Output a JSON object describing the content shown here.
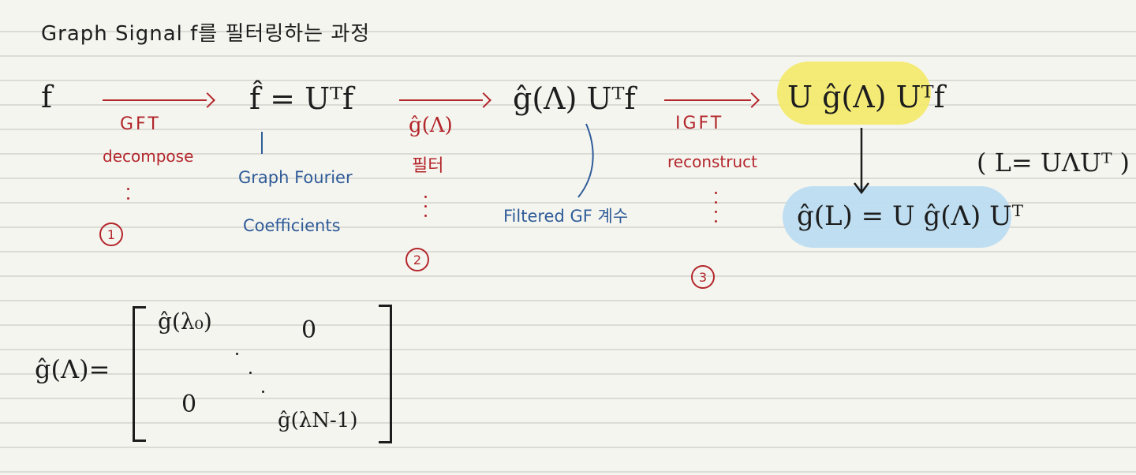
{
  "title": "Graph Signal f를 필터링하는 과정",
  "pipeline": {
    "f": "f",
    "step1_result": "f̂ = Uᵀf",
    "step2_result": "ĝ(Λ) Uᵀf",
    "step3_result": "U ĝ(Λ) Uᵀf",
    "arrow1_top": "GFT",
    "arrow1_bottom": "decompose",
    "arrow1_num": "1",
    "arrow2_top": "ĝ(Λ)",
    "arrow2_bottom": "필터",
    "arrow2_num": "2",
    "arrow3_top": "IGFT",
    "arrow3_bottom": "reconstruct",
    "arrow3_num": "3",
    "note_fhat_1": "Graph Fourier",
    "note_fhat_2": "Coefficients",
    "note_filtered": "Filtered GF 계수",
    "result": "ĝ(L) = U ĝ(Λ) Uᵀ",
    "laplacian": "( L= UΛUᵀ )"
  },
  "matrix": {
    "lhs": "ĝ(Λ)=",
    "top_left": "ĝ(λ₀)",
    "top_right": "0",
    "bottom_left": "0",
    "bottom_right": "ĝ(λN-1)"
  },
  "colors": {
    "ink": "#1d1d1d",
    "red": "#b3262b",
    "blue": "#2f5c98",
    "highlight_yellow": "#f4ea69",
    "highlight_blue": "#bcdcf0"
  }
}
